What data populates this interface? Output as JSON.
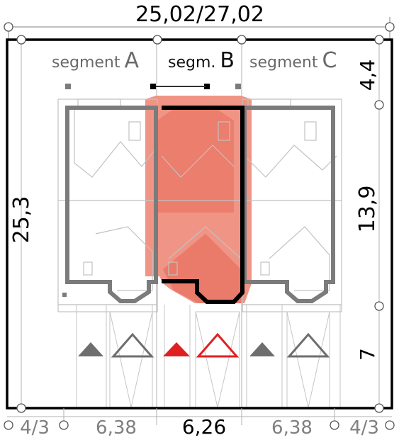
{
  "dimensions": {
    "top_total": "25,02/27,02",
    "left_depth": "25,3",
    "right_front": "4,4",
    "right_house": "13,9",
    "right_back": "7",
    "bottom_left_margin": "4/3",
    "bottom_segment_a": "6,38",
    "bottom_segment_b": "6,26",
    "bottom_segment_c": "6,38",
    "bottom_right_margin": "4/3"
  },
  "segments": {
    "a_word": "segment",
    "a_letter": "A",
    "b_word": "segm.",
    "b_letter": "B",
    "c_word": "segment",
    "c_letter": "C"
  },
  "colors": {
    "highlight_fill": "#ee8070",
    "highlight_dark": "#e06050",
    "outline_active": "#000000",
    "outline_other": "#7b7b7b",
    "arrow_active": "#e02020",
    "arrow_other": "#6e6e6e"
  }
}
